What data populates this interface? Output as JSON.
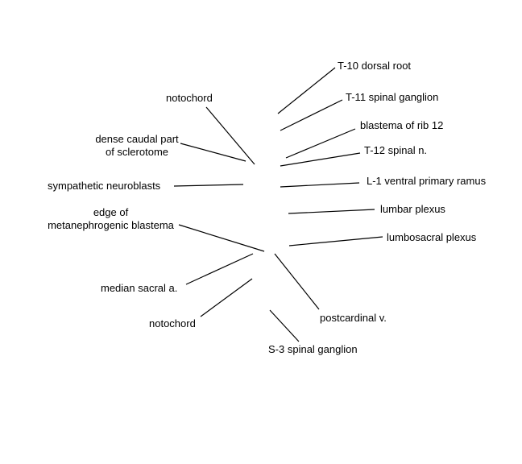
{
  "labels": {
    "t10_dorsal_root": "T-10 dorsal root",
    "t11_spinal_ganglion": "T-11 spinal ganglion",
    "blastema_rib_12": "blastema of rib 12",
    "t12_spinal_n": "T-12 spinal n.",
    "l1_ventral_primary_ramus": "L-1 ventral primary ramus",
    "lumbar_plexus": "lumbar plexus",
    "lumbosacral_plexus": "lumbosacral plexus",
    "postcardinal_v": "postcardinal v.",
    "s3_spinal_ganglion": "S-3 spinal ganglion",
    "notochord_upper": "notochord",
    "dense_caudal_line1": "dense caudal part",
    "dense_caudal_line2": "of sclerotome",
    "sympathetic_neuroblasts": "sympathetic neuroblasts",
    "edge_metanephrogenic_line1": "edge of",
    "edge_metanephrogenic_line2": "metanephrogenic blastema",
    "median_sacral_a": "median sacral a.",
    "notochord_lower": "notochord"
  },
  "colors": {
    "line": "#000000",
    "text": "#000000",
    "background": "#ffffff"
  }
}
